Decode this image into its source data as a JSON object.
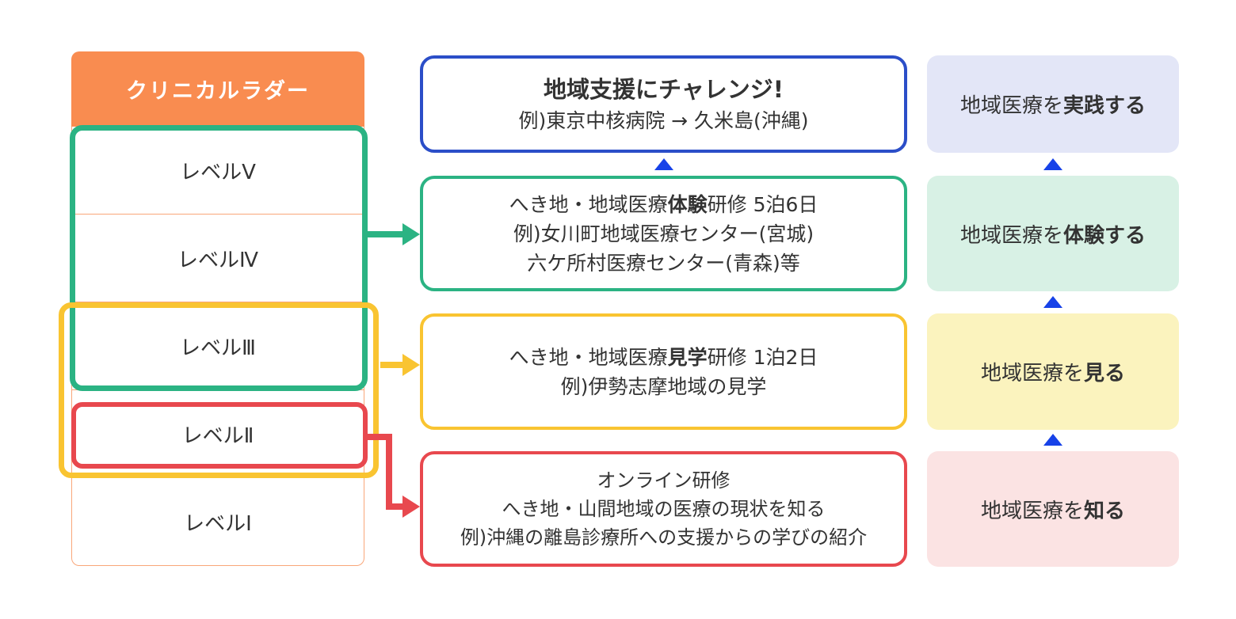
{
  "ladder": {
    "title": "クリニカルラダー",
    "levels": [
      "レベルⅤ",
      "レベルⅣ",
      "レベルⅢ",
      "レベルⅡ",
      "レベルⅠ"
    ]
  },
  "programs": {
    "challenge": {
      "title": "地域支援にチャレンジ!",
      "example": "例)東京中核病院 → 久米島(沖縄)"
    },
    "experience": {
      "line1_pre": "へき地・地域医療",
      "line1_bold": "体験",
      "line1_post": "研修 5泊6日",
      "line2": "例)女川町地域医療センター(宮城)",
      "line3": "六ケ所村医療センター(青森)等"
    },
    "tour": {
      "line1_pre": "へき地・地域医療",
      "line1_bold": "見学",
      "line1_post": "研修 1泊2日",
      "line2": "例)伊勢志摩地域の見学"
    },
    "online": {
      "line1": "オンライン研修",
      "line2": "へき地・山間地域の医療の現状を知る",
      "line3": "例)沖縄の離島診療所への支援からの学びの紹介"
    }
  },
  "goals": [
    {
      "pre": "地域医療を",
      "bold": "実践する"
    },
    {
      "pre": "地域医療を",
      "bold": "体験する"
    },
    {
      "pre": "地域医療を",
      "bold": "見る"
    },
    {
      "pre": "地域医療を",
      "bold": "知る"
    }
  ],
  "colors": {
    "orange": "#F98C50",
    "green": "#2BB383",
    "yellow": "#F9C431",
    "red": "#E8484E",
    "blue_border": "#2B4EC8",
    "triangle_blue": "#1742E8",
    "goal_practice_bg": "#E3E6F7",
    "goal_experience_bg": "#D8F1E5",
    "goal_see_bg": "#FBF3BE",
    "goal_know_bg": "#FBE3E3",
    "text": "#333333"
  }
}
